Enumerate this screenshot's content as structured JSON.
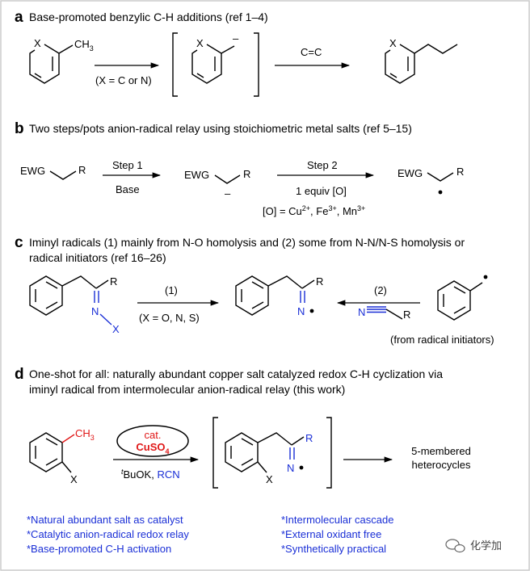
{
  "panel_a": {
    "letter": "a",
    "title": "Base-promoted benzylic C-H additions (ref 1–4)",
    "atom_x": "X",
    "ch3": "CH",
    "ch3_sub": "3",
    "condition": "(X = C or N)",
    "anion_charge": "–",
    "alkene": "C=C"
  },
  "panel_b": {
    "letter": "b",
    "title": "Two steps/pots anion-radical relay using stoichiometric metal salts (ref 5–15)",
    "ewg": "EWG",
    "r": "R",
    "step1": "Step 1",
    "base": "Base",
    "step2": "Step 2",
    "oxidant": "1 equiv [O]",
    "oxidant_def_prefix": "[O]  = Cu",
    "cu_sup": "2+",
    "fe": ", Fe",
    "fe_sup": "3+",
    "mn": ", Mn",
    "mn_sup": "3+",
    "minus": "–"
  },
  "panel_c": {
    "letter": "c",
    "title_line1": "Iminyl radicals (1) mainly from N-O homolysis and (2) some from N-N/N-S homolysis or",
    "title_line2": "radical initiators (ref 16–26)",
    "r": "R",
    "n": "N",
    "x": "X",
    "route1": "(1)",
    "route1_cond": "(X = O, N, S)",
    "route2": "(2)",
    "nitrile_n": "N",
    "nitrile_r": "R",
    "initiator_note": "(from radical initiators)"
  },
  "panel_d": {
    "letter": "d",
    "title_line1": "One-shot for all: naturally abundant copper salt catalyzed redox C-H cyclization via",
    "title_line2": "iminyl radical from intermolecular anion-radical relay (this work)",
    "ch3": "CH",
    "ch3_sub": "3",
    "x": "X",
    "cat": "cat.",
    "catalyst": "CuSO",
    "catalyst_sub": "4",
    "base_sup": "t",
    "base": "BuOK, ",
    "rcn": "RCN",
    "r": "R",
    "n": "N",
    "product_line1": "5-membered",
    "product_line2": "heterocycles"
  },
  "features": {
    "left": [
      "*Natural abundant salt as catalyst",
      "*Catalytic anion-radical redox relay",
      "*Base-promoted C-H activation"
    ],
    "right": [
      "*Intermolecular cascade",
      "*External oxidant free",
      "*Synthetically practical"
    ]
  },
  "watermark": "化学加",
  "colors": {
    "blue": "#1a2fd6",
    "red": "#e01818",
    "frame": "#cccccc"
  }
}
